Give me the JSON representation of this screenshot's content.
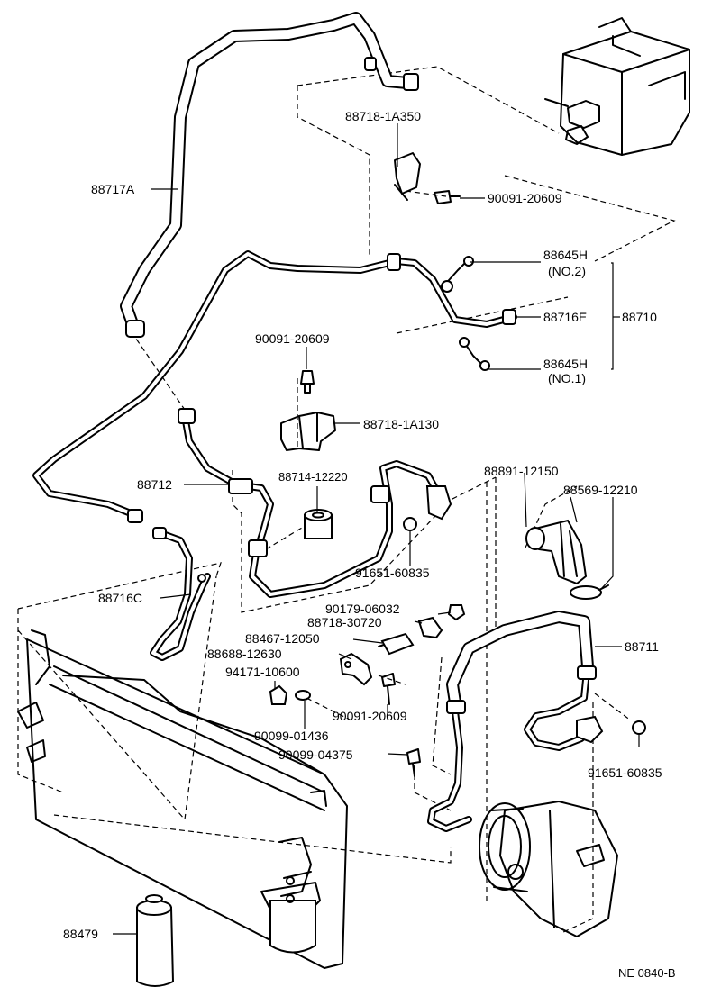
{
  "diagram": {
    "labels": {
      "p88717A": "88717A",
      "p88718_1A350": "88718-1A350",
      "p90091_20609_a": "90091-20609",
      "p88645H_no2": "88645H",
      "p88645H_no2_sub": "(NO.2)",
      "p88716E": "88716E",
      "p88710": "88710",
      "p88645H_no1": "88645H",
      "p88645H_no1_sub": "(NO.1)",
      "p90091_20609_b": "90091-20609",
      "p88718_1A130": "88718-1A130",
      "p88712": "88712",
      "p88714_12220": "88714-12220",
      "p88891_12150": "88891-12150",
      "p88569_12210": "88569-12210",
      "p91651_60835_a": "91651-60835",
      "p88716C": "88716C",
      "p90179_06032": "90179-06032",
      "p88718_30720": "88718-30720",
      "p88467_12050": "88467-12050",
      "p88688_12630": "88688-12630",
      "p94171_10600": "94171-10600",
      "p90091_20609_c": "90091-20609",
      "p90099_01436": "90099-01436",
      "p90099_04375": "90099-04375",
      "p88711": "88711",
      "p91651_60835_b": "91651-60835",
      "p88479": "88479",
      "code": "NE 0840-B"
    }
  }
}
